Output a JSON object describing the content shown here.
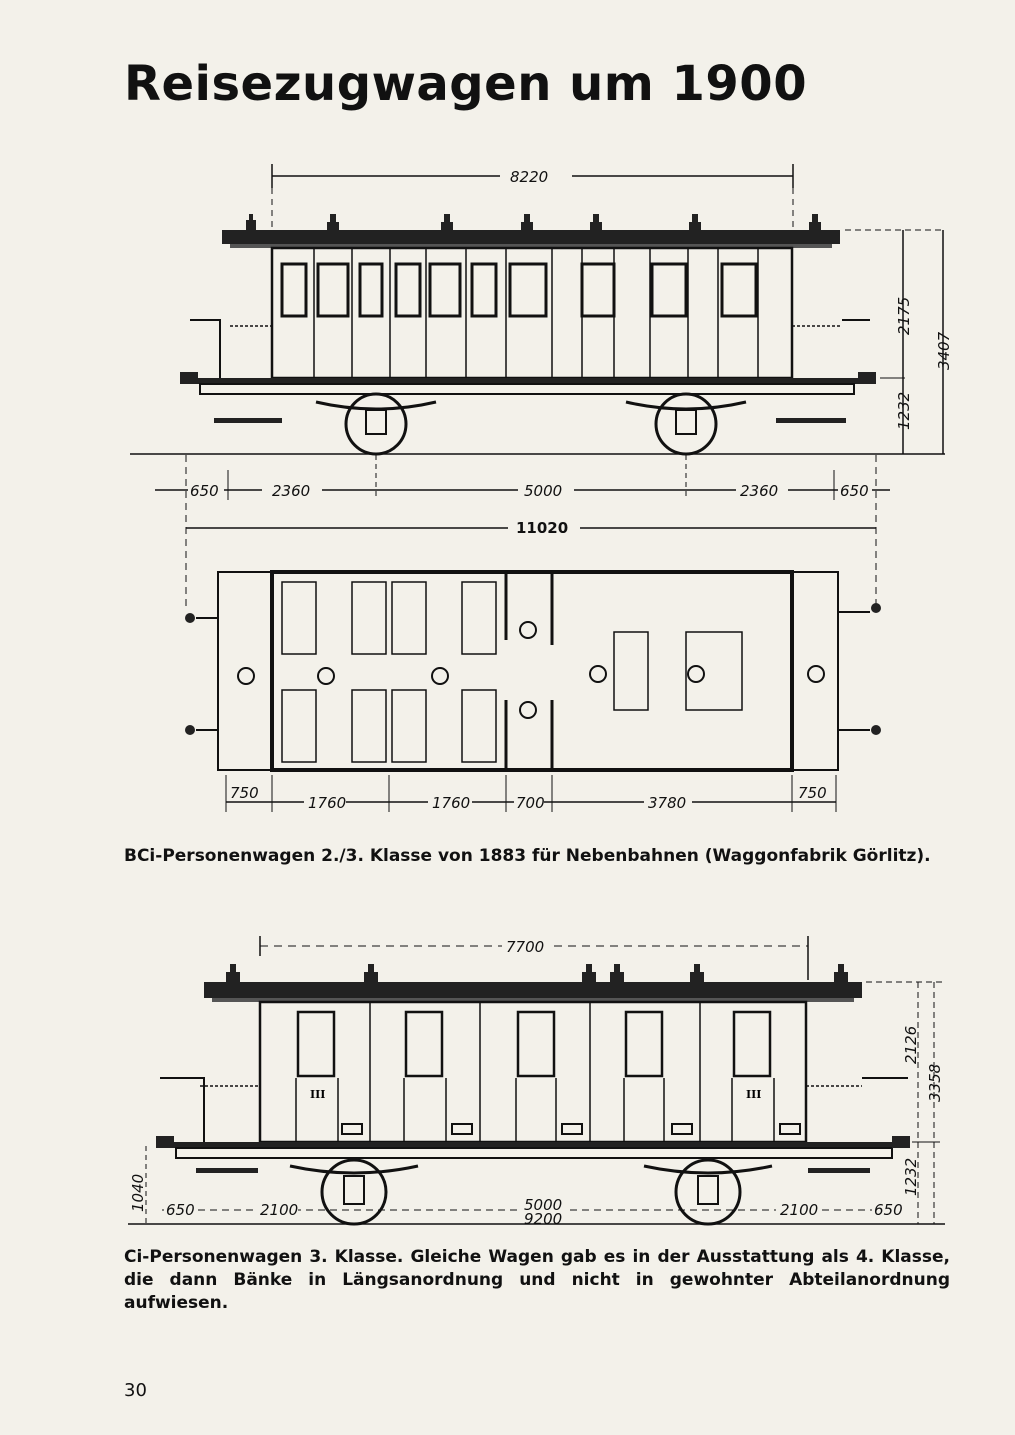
{
  "page": {
    "title": "Reisezugwagen um 1900",
    "page_number": "30"
  },
  "figure1": {
    "caption": "BCi-Personenwagen 2./3. Klasse von 1883 für Nebenbahnen (Waggonfabrik Görlitz).",
    "dims": {
      "body_length": "8220",
      "height_total": "3407",
      "height_upper": "2175",
      "height_lower": "1232",
      "overhang_left": "650",
      "seg_left": "2360",
      "wheelbase": "5000",
      "seg_right": "2360",
      "overhang_right": "650",
      "total_length": "11020",
      "plan_end_left": "750",
      "plan_comp1": "1760",
      "plan_comp2": "1760",
      "plan_toilet": "700",
      "plan_comp3": "3780",
      "plan_end_right": "750"
    }
  },
  "figure2": {
    "caption": "Ci-Personenwagen 3. Klasse. Gleiche Wagen gab es in der Ausstattung als 4. Klasse, die dann Bänke in Längsanordnung und nicht in gewohnter Abteilanordnung aufwiesen.",
    "class_mark": "III",
    "dims": {
      "body_length": "7700",
      "height_upper": "2126",
      "height_total": "3358",
      "height_lower": "1232",
      "buffer_height": "1040",
      "overhang_left": "650",
      "seg_left": "2100",
      "wheelbase": "5000",
      "seg_right": "2100",
      "overhang_right": "650",
      "total_length": "9200"
    }
  }
}
